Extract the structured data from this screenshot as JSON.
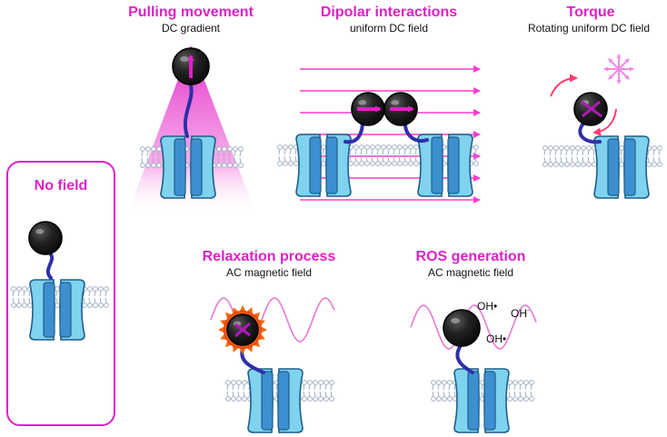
{
  "colors": {
    "accent": "#e020c8",
    "channel_outer": "#7fd3ef",
    "channel_inner": "#3d8fcf",
    "channel_stroke": "#1f5f8a",
    "membrane": "#9fb0c4",
    "tether": "#2f2fa8",
    "particle": "#1e1e1e",
    "field_line": "#ff3cd2"
  },
  "icons": {
    "particle": "magnetic-nanoparticle-icon",
    "moment": "magnetic-moment-arrow-icon",
    "rotation": "rotation-arrow-icon",
    "field_star": "rotating-field-star-icon",
    "heat": "heat-flame-icon"
  },
  "panels": {
    "no_field": {
      "title": "No field"
    },
    "pulling": {
      "title": "Pulling movement",
      "subtitle": "DC gradient"
    },
    "dipolar": {
      "title": "Dipolar interactions",
      "subtitle": "uniform DC field"
    },
    "torque": {
      "title": "Torque",
      "subtitle": "Rotating uniform DC field"
    },
    "relaxation": {
      "title": "Relaxation process",
      "subtitle": "AC magnetic field"
    },
    "ros": {
      "title": "ROS generation",
      "subtitle": "AC magnetic field",
      "species": [
        {
          "label": "OH",
          "mark": "•"
        },
        {
          "label": "OH",
          "mark": "-"
        },
        {
          "label": "OH",
          "mark": "•"
        }
      ]
    }
  }
}
